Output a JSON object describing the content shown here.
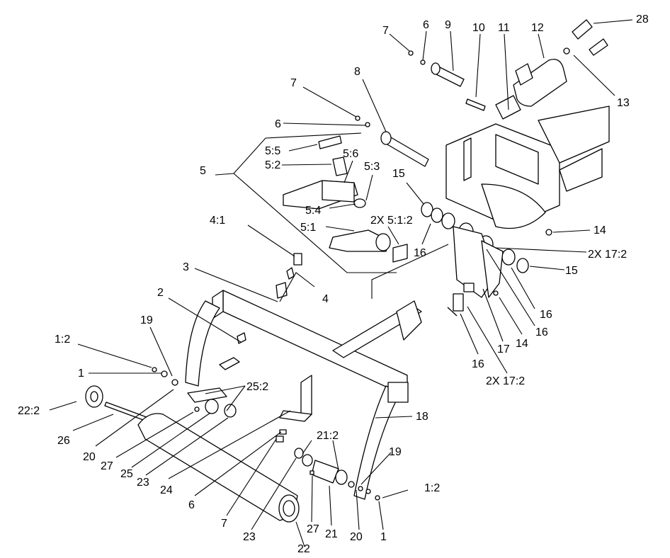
{
  "diagram": {
    "labels": {
      "l28": "28",
      "l7a": "7",
      "l6a": "6",
      "l9": "9",
      "l10": "10",
      "l11": "11",
      "l12": "12",
      "l13": "13",
      "l7b": "7",
      "l8": "8",
      "l6b": "6",
      "l5_5": "5:5",
      "l5_6": "5:6",
      "l5_2": "5:2",
      "l5_3": "5:3",
      "l5": "5",
      "l15a": "15",
      "l5_4": "5:4",
      "l2x512": "2X 5:1:2",
      "l5_1": "5:1",
      "l16a": "16",
      "l4_1": "4:1",
      "l14a": "14",
      "l2x172a": "2X 17:2",
      "l15b": "15",
      "l3": "3",
      "l4": "4",
      "l16b": "16",
      "l16c": "16",
      "l2": "2",
      "l14b": "14",
      "l17": "17",
      "l16d": "16",
      "l19a": "19",
      "l2x172b": "2X 17:2",
      "l1_2a": "1:2",
      "l1a": "1",
      "l25_2": "25:2",
      "l18": "18",
      "l22_2": "22:2",
      "l26": "26",
      "l20a": "20",
      "l27a": "27",
      "l25": "25",
      "l23a": "23",
      "l24": "24",
      "l21_2": "21:2",
      "l19b": "19",
      "l1_2b": "1:2",
      "l6c": "6",
      "l7c": "7",
      "l23b": "23",
      "l27b": "27",
      "l21": "21",
      "l20b": "20",
      "l1b": "1",
      "l22": "22"
    }
  }
}
